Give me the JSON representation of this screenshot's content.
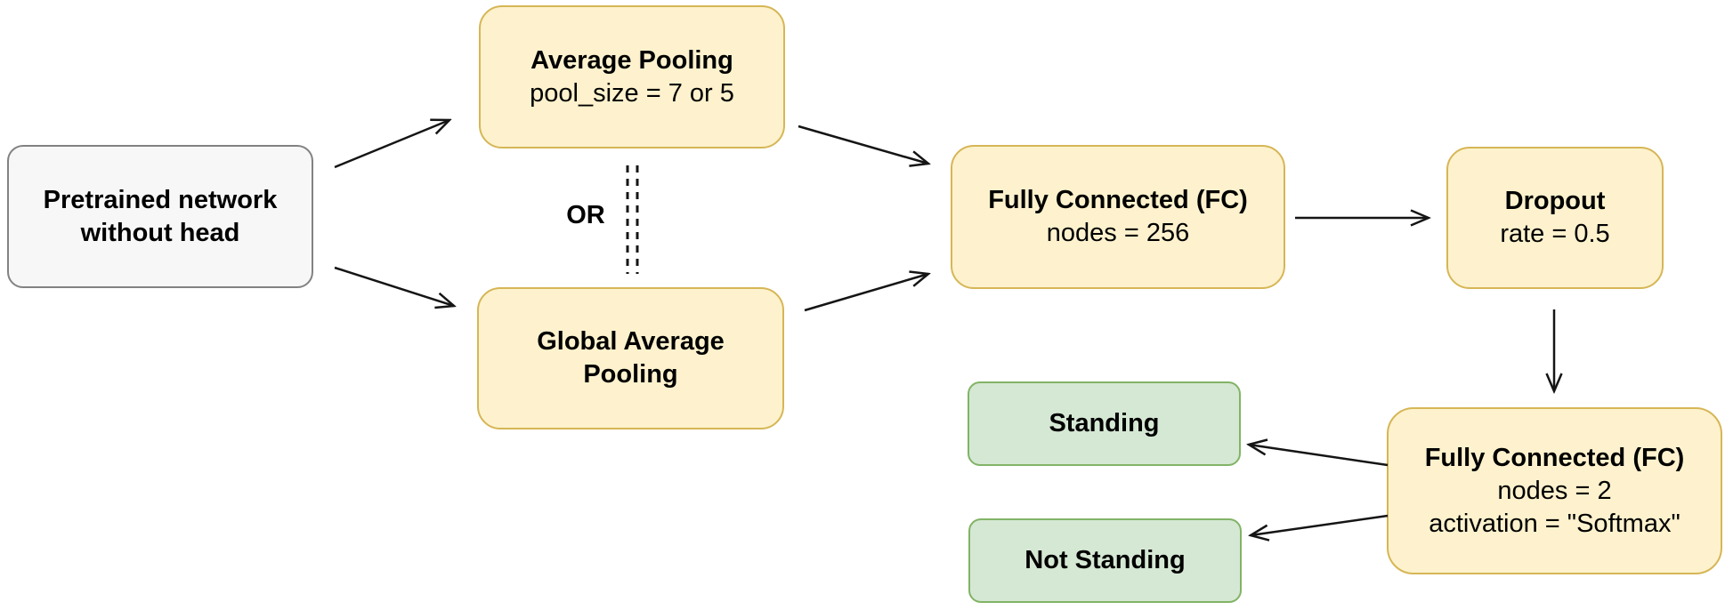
{
  "diagram": {
    "or_label": "OR",
    "nodes": {
      "pretrained": {
        "title": "Pretrained network without head",
        "sub": ""
      },
      "avg_pooling": {
        "title": "Average Pooling",
        "sub": "pool_size = 7 or 5"
      },
      "global_avg_pooling": {
        "title": "Global Average Pooling",
        "sub": ""
      },
      "fc_256": {
        "title": "Fully Connected (FC)",
        "sub": "nodes = 256"
      },
      "dropout": {
        "title": "Dropout",
        "sub": "rate = 0.5"
      },
      "fc_2": {
        "title": "Fully Connected (FC)",
        "sub": "nodes = 2\nactivation = \"Softmax\""
      },
      "standing": {
        "title": "Standing",
        "sub": ""
      },
      "not_standing": {
        "title": "Not Standing",
        "sub": ""
      }
    },
    "edges": [
      {
        "from": "pretrained",
        "to": "avg_pooling"
      },
      {
        "from": "pretrained",
        "to": "global_avg_pooling"
      },
      {
        "from": "avg_pooling",
        "to": "fc_256"
      },
      {
        "from": "global_avg_pooling",
        "to": "fc_256"
      },
      {
        "from": "fc_256",
        "to": "dropout"
      },
      {
        "from": "dropout",
        "to": "fc_2"
      },
      {
        "from": "fc_2",
        "to": "standing"
      },
      {
        "from": "fc_2",
        "to": "not_standing"
      },
      {
        "from": "avg_pooling",
        "to": "global_avg_pooling",
        "style": "double-dashed",
        "label": "OR"
      }
    ],
    "colors": {
      "yellow-fill": "#fdf2cd",
      "yellow-border": "#d6b656",
      "gray-fill": "#f7f7f7",
      "gray-border": "#828282",
      "green-fill": "#d5e8d4",
      "green-border": "#82b366",
      "arrow-color": "#151515"
    }
  }
}
